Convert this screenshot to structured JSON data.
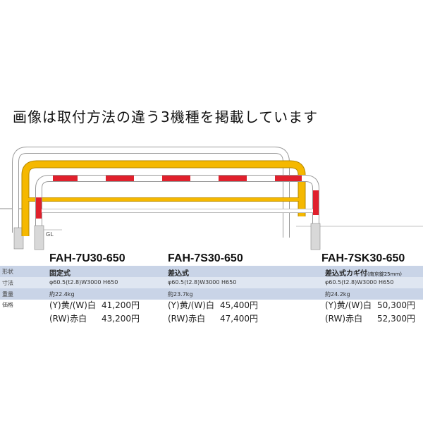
{
  "headline": "画像は取付方法の違う3機種を掲載しています",
  "diagram": {
    "ground_label": "GL"
  },
  "row_labels": [
    "形状",
    "寸法",
    "重量",
    "価格"
  ],
  "products": [
    {
      "model": "FAH-7U30-650",
      "type": "固定式",
      "type_note": "",
      "dimensions": "φ60.5(t2.8)W3000 H650",
      "weight": "約22.4kg",
      "prices": [
        {
          "label": "(Y)黄/(W)白",
          "value": "41,200円"
        },
        {
          "label": "(RW)赤白",
          "value": "43,200円"
        }
      ]
    },
    {
      "model": "FAH-7S30-650",
      "type": "差込式",
      "type_note": "",
      "dimensions": "φ60.5(t2.8)W3000 H650",
      "weight": "約23.7kg",
      "prices": [
        {
          "label": "(Y)黄/(W)白",
          "value": "45,400円"
        },
        {
          "label": "(RW)赤白",
          "value": "47,400円"
        }
      ]
    },
    {
      "model": "FAH-7SK30-650",
      "type": "差込式カギ付",
      "type_note": "(南京錠25mm)",
      "dimensions": "φ60.5(t2.8)W3000 H650",
      "weight": "約24.2kg",
      "prices": [
        {
          "label": "(Y)黄/(W)白",
          "value": "50,300円"
        },
        {
          "label": "(RW)赤白",
          "value": "52,300円"
        }
      ]
    }
  ],
  "colors": {
    "yellow": "#f5b800",
    "red": "#e0202c",
    "white": "#ffffff",
    "band_dark": "#c9d4e7",
    "band_light": "#dfe6f1"
  }
}
